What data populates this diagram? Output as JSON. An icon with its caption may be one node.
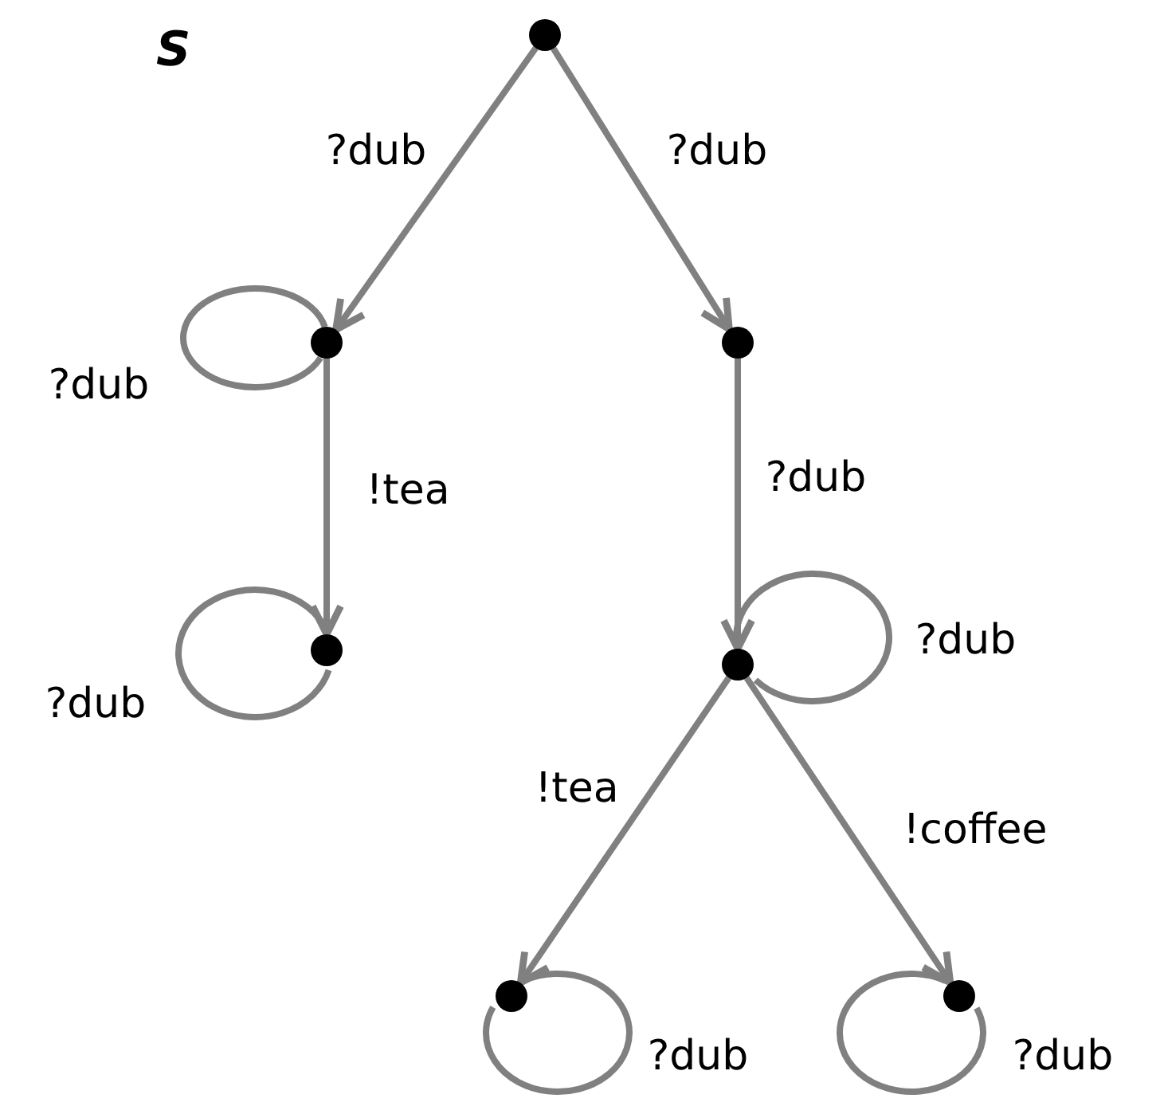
{
  "diagram": {
    "nodes": [
      {
        "text": [],
        "shape": "circle"
      },
      {
        "text": [],
        "shape": "circle"
      },
      {
        "text": [],
        "shape": "circle"
      },
      {
        "text": [],
        "shape": "circle"
      },
      {
        "text": [],
        "shape": "circle"
      },
      {
        "text": [],
        "shape": "circle"
      },
      {
        "text": [],
        "shape": "circle"
      }
    ],
    "edges": [
      {
        "from": 0,
        "to": 1,
        "arrow": "to",
        "label": "?dub"
      },
      {
        "from": 0,
        "to": 3,
        "arrow": "to",
        "label": "?dub"
      },
      {
        "from": 1,
        "to": 1,
        "arrow": "none",
        "label": "?dub"
      },
      {
        "from": 1,
        "to": 2,
        "arrow": "to",
        "label": "!tea"
      },
      {
        "from": 2,
        "to": 2,
        "arrow": "none",
        "label": "?dub"
      },
      {
        "from": 3,
        "to": 4,
        "arrow": "to",
        "label": "?dub"
      },
      {
        "from": 4,
        "to": 4,
        "arrow": "none",
        "label": "?dub"
      },
      {
        "from": 4,
        "to": 5,
        "arrow": "to",
        "label": "!tea"
      },
      {
        "from": 4,
        "to": 6,
        "arrow": "to",
        "label": "!coffee"
      },
      {
        "from": 5,
        "to": 5,
        "arrow": "none",
        "label": "?dub"
      },
      {
        "from": 6,
        "to": 6,
        "arrow": "none",
        "label": "?dub"
      }
    ],
    "labels": [
      "S"
    ]
  }
}
